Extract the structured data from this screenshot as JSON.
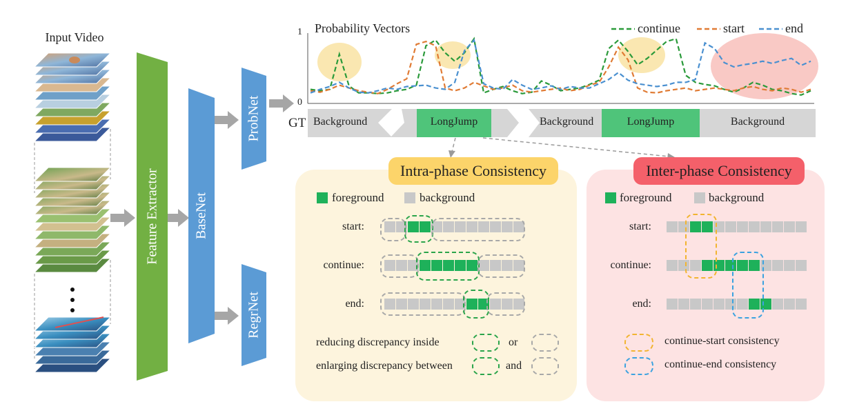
{
  "input_video": {
    "label": "Input Video"
  },
  "modules": {
    "feature_extractor": "Feature Extractor",
    "basenet": "BaseNet",
    "probnet": "ProbNet",
    "regrnet": "RegrNet"
  },
  "chart_data": {
    "type": "line",
    "title": "Probability Vectors",
    "ylim": [
      0,
      1
    ],
    "yticks": [
      "0",
      "1"
    ],
    "n_points": 53,
    "series": [
      {
        "name": "continue",
        "color": "#2a9a3a",
        "values": [
          0.2,
          0.18,
          0.2,
          0.7,
          0.25,
          0.15,
          0.15,
          0.14,
          0.15,
          0.18,
          0.2,
          0.26,
          0.82,
          0.9,
          0.72,
          0.6,
          0.72,
          0.92,
          0.15,
          0.2,
          0.24,
          0.18,
          0.14,
          0.16,
          0.32,
          0.26,
          0.18,
          0.2,
          0.22,
          0.27,
          0.33,
          0.78,
          0.9,
          0.74,
          0.55,
          0.64,
          0.76,
          0.88,
          0.92,
          0.4,
          0.3,
          0.27,
          0.25,
          0.2,
          0.16,
          0.22,
          0.3,
          0.26,
          0.2,
          0.18,
          0.14,
          0.12,
          0.18
        ]
      },
      {
        "name": "start",
        "color": "#e07b34",
        "values": [
          0.18,
          0.16,
          0.2,
          0.26,
          0.22,
          0.18,
          0.16,
          0.14,
          0.2,
          0.28,
          0.35,
          0.84,
          0.88,
          0.82,
          0.22,
          0.18,
          0.22,
          0.3,
          0.25,
          0.2,
          0.22,
          0.26,
          0.18,
          0.16,
          0.18,
          0.2,
          0.22,
          0.18,
          0.2,
          0.26,
          0.3,
          0.52,
          0.8,
          0.62,
          0.22,
          0.16,
          0.15,
          0.18,
          0.2,
          0.22,
          0.18,
          0.2,
          0.22,
          0.2,
          0.18,
          0.22,
          0.24,
          0.2,
          0.18,
          0.22,
          0.2,
          0.16,
          0.2
        ]
      },
      {
        "name": "end",
        "color": "#4a90d0",
        "values": [
          0.15,
          0.2,
          0.24,
          0.3,
          0.22,
          0.16,
          0.15,
          0.18,
          0.22,
          0.2,
          0.24,
          0.25,
          0.26,
          0.22,
          0.2,
          0.3,
          0.75,
          0.9,
          0.28,
          0.22,
          0.2,
          0.34,
          0.26,
          0.2,
          0.22,
          0.25,
          0.2,
          0.24,
          0.22,
          0.22,
          0.28,
          0.34,
          0.44,
          0.33,
          0.28,
          0.26,
          0.24,
          0.26,
          0.3,
          0.3,
          0.34,
          0.86,
          0.78,
          0.58,
          0.52,
          0.55,
          0.57,
          0.6,
          0.57,
          0.61,
          0.64,
          0.54,
          0.6
        ]
      }
    ],
    "highlights": [
      "yellow",
      "yellow",
      "yellow",
      "red"
    ]
  },
  "gt": {
    "label": "GT",
    "segments": [
      "Background",
      "LongJump",
      "Background",
      "LongJump",
      "Background"
    ]
  },
  "intra": {
    "title": "Intra-phase Consistency",
    "legend_fg": "foreground",
    "legend_bg": "background",
    "rows": [
      "start:",
      "continue:",
      "end:"
    ],
    "note1": "reducing  discrepancy inside",
    "note1_conj": "or",
    "note2": "enlarging discrepancy between",
    "note2_conj": "and"
  },
  "inter": {
    "title": "Inter-phase Consistency",
    "legend_fg": "foreground",
    "legend_bg": "background",
    "rows": [
      "start:",
      "continue:",
      "end:"
    ],
    "note1": "continue-start consistency",
    "note2": "continue-end consistency"
  },
  "colors": {
    "green_module": "#72b043",
    "blue_module": "#5b9bd5",
    "foreground": "#1eb15a",
    "background_cell": "#c8c8c8",
    "intra_panel": "#fdf4dd",
    "intra_title": "#fcd46a",
    "inter_panel": "#fde3e3",
    "inter_title": "#f4606a"
  }
}
